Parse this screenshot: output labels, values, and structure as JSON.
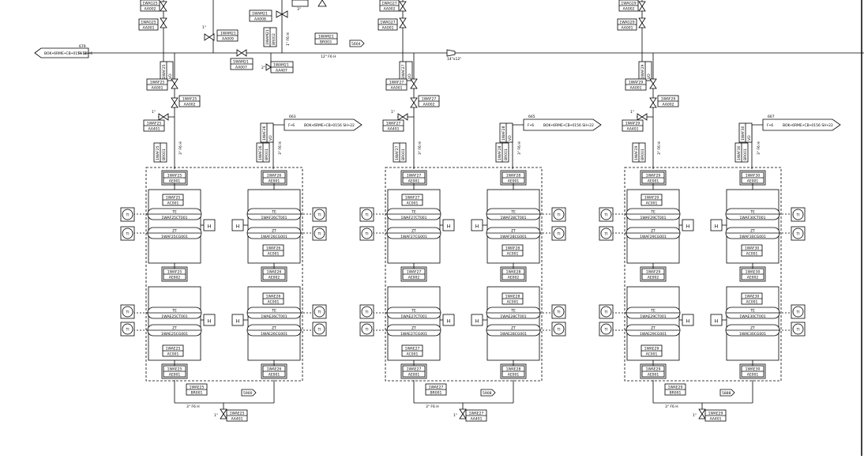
{
  "main_line": {
    "left_ref": "BOK•6RME•CB•0156 SH•4",
    "left_marker": "F•18",
    "left_num": "679",
    "size_label": "12\" F6 H",
    "reducer_label": "14\"x12\"",
    "tag_bxx": "1WAM21",
    "tag_bxx_sub": "BR003",
    "tag_5604": "5604",
    "valve_aa009_tag": "1WAM21",
    "valve_aa009_sub": "AA009",
    "valve_aa008_tag": "1WAM21",
    "valve_aa008_sub": "AA008",
    "valve_aa007_tag": "1WAM21",
    "valve_aa007_sub": "AA007",
    "valve_aa407_tag": "1WAM21",
    "valve_aa407_sub": "AA407",
    "size_12": "1\"",
    "size_2": "2\"",
    "size_3": "3\"",
    "pipe_vert_label": "1\" F6 H",
    "vert_tag_1": "1WAM21",
    "vert_tag_2": "BR002"
  },
  "groups": [
    {
      "top_left_tag": "1WAG25",
      "top_left_sub": "AA002",
      "top_left_tag2": "1WAG25",
      "top_left_sub2": "AA001",
      "inlet_tag": "1WAF25",
      "inlet_v1": "AA001",
      "inlet_v2": "AA002",
      "inlet_v3": "AA401",
      "inlet_br": "BR001",
      "inlet_size": "3\" F6 H",
      "out_tag": "1WAF26",
      "out_br": "BR001",
      "out_num": "663",
      "out_marker": "F•6",
      "out_ref": "BOK•6RME•CB•0156 SH•22",
      "top_a": "1WAF25",
      "top_a_ae": "AE001",
      "top_b": "1WAF26",
      "top_b_ae": "AE001",
      "fa_tag": "1WAF25",
      "fa_ac": "AC001",
      "fa_te": "TE",
      "fa_te_v": "1WAF25CT001",
      "fa_zt": "ZT",
      "fa_zt_v": "1WAF25CG001",
      "fb_tag": "1WAF26",
      "fb_ac": "AC001",
      "fb_te": "TE",
      "fb_te_v": "1WAF26CT001",
      "fb_zt": "ZT",
      "fb_zt_v": "1WAF26CG001",
      "mid_a": "1WAF25",
      "mid_a_ae": "AE002",
      "mid_b": "1WAE26",
      "mid_b_ae": "AE002",
      "ea_tag": "1WAE25",
      "ea_ac": "AC001",
      "ea_te": "TE",
      "ea_te_v": "1WAE25CT001",
      "ea_zt": "ZT",
      "ea_zt_v": "1WAE25CG001",
      "eb_tag": "1WAE26",
      "eb_ac": "AC001",
      "eb_te": "TE",
      "eb_te_v": "1WAE26CT001",
      "eb_zt": "ZT",
      "eb_zt_v": "1WAE26CG001",
      "bot_a": "1WAE25",
      "bot_a_ae": "AE001",
      "bot_b": "1WAE26",
      "bot_b_ae": "AE001",
      "drain_tag": "1WAE25",
      "drain_br": "BR001",
      "drain_ref": "5900",
      "drain_size": "3\" F6 H",
      "drain_v": "AA401",
      "drain_small": "1\"",
      "h": "H",
      "sensor": "TI"
    },
    {
      "top_left_tag": "1WAG27",
      "top_left_sub": "AA002",
      "top_left_tag2": "1WAG27",
      "top_left_sub2": "AA001",
      "inlet_tag": "1WAF27",
      "inlet_v1": "AA001",
      "inlet_v2": "AA002",
      "inlet_v3": "AA401",
      "inlet_br": "BR001",
      "inlet_size": "3\" F6 H",
      "out_tag": "1WAF28",
      "out_br": "BR001",
      "out_num": "665",
      "out_marker": "F•6",
      "out_ref": "BOK•6RME•CB•0156 SH•22",
      "top_a": "1WAF27",
      "top_a_ae": "AE001",
      "top_b": "1WAF28",
      "top_b_ae": "AE001",
      "fa_tag": "1WAF27",
      "fa_ac": "AC001",
      "fa_te": "TE",
      "fa_te_v": "1WAF27CT001",
      "fa_zt": "ZT",
      "fa_zt_v": "1WAF27CG001",
      "fb_tag": "1WAF28",
      "fb_ac": "AC001",
      "fb_te": "TE",
      "fb_te_v": "1WAF28CT001",
      "fb_zt": "ZT",
      "fb_zt_v": "1WAF28CG001",
      "mid_a": "1WAF27",
      "mid_a_ae": "AE002",
      "mid_b": "1WAE28",
      "mid_b_ae": "AE002",
      "ea_tag": "1WAE27",
      "ea_ac": "AC001",
      "ea_te": "TE",
      "ea_te_v": "1WAE27CT001",
      "ea_zt": "ZT",
      "ea_zt_v": "1WAE27CG001",
      "eb_tag": "1WAE28",
      "eb_ac": "AC001",
      "eb_te": "TE",
      "eb_te_v": "1WAE28CT001",
      "eb_zt": "ZT",
      "eb_zt_v": "1WAE28CG001",
      "bot_a": "1WAE27",
      "bot_a_ae": "AE001",
      "bot_b": "1WAE28",
      "bot_b_ae": "AE001",
      "drain_tag": "1WAE27",
      "drain_br": "BR001",
      "drain_ref": "5908",
      "drain_size": "3\" F6 H",
      "drain_v": "AA401",
      "drain_small": "1\"",
      "h": "H",
      "sensor": "TI"
    },
    {
      "top_left_tag": "1WAG29",
      "top_left_sub": "AA002",
      "top_left_tag2": "1WAG29",
      "top_left_sub2": "AA001",
      "inlet_tag": "1WAF29",
      "inlet_v1": "AA001",
      "inlet_v2": "AA002",
      "inlet_v3": "AA401",
      "inlet_br": "BR001",
      "inlet_size": "3\" F6 H",
      "out_tag": "1WAF30",
      "out_br": "BR001",
      "out_num": "667",
      "out_marker": "F•6",
      "out_ref": "BOK•6RME•CB•0156 SH•22",
      "top_a": "1WAF29",
      "top_a_ae": "AE001",
      "top_b": "1WAF30",
      "top_b_ae": "AE001",
      "fa_tag": "1WAF29",
      "fa_ac": "AC001",
      "fa_te": "TE",
      "fa_te_v": "1WAF29CT001",
      "fa_zt": "ZT",
      "fa_zt_v": "1WAF29CG001",
      "fb_tag": "1WAF30",
      "fb_ac": "AC001",
      "fb_te": "TE",
      "fb_te_v": "1WAF30CT001",
      "fb_zt": "ZT",
      "fb_zt_v": "1WAF30CG001",
      "mid_a": "1WAF29",
      "mid_a_ae": "AE002",
      "mid_b": "1WAE30",
      "mid_b_ae": "AE002",
      "ea_tag": "1WAE29",
      "ea_ac": "AC001",
      "ea_te": "TE",
      "ea_te_v": "1WAE29CT001",
      "ea_zt": "ZT",
      "ea_zt_v": "1WAE29CG001",
      "eb_tag": "1WAE30",
      "eb_ac": "AC001",
      "eb_te": "TE",
      "eb_te_v": "1WAE30CT001",
      "eb_zt": "ZT",
      "eb_zt_v": "1WAE30CG001",
      "bot_a": "1WAE29",
      "bot_a_ae": "AE001",
      "bot_b": "1WAE30",
      "bot_b_ae": "AE001",
      "drain_tag": "1WAE29",
      "drain_br": "BR001",
      "drain_ref": "5888",
      "drain_size": "3\" F6 H",
      "drain_v": "AA401",
      "drain_small": "1\"",
      "h": "H",
      "sensor": "TI"
    }
  ]
}
